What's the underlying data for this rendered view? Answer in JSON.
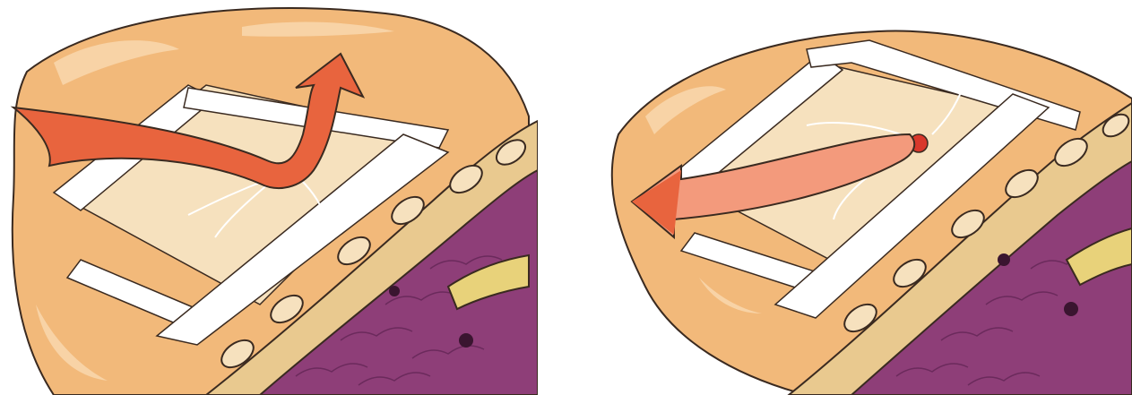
{
  "illustration": {
    "panels": [
      {
        "id": "left",
        "arrow_direction": "up-right"
      },
      {
        "id": "right",
        "arrow_direction": "left"
      }
    ],
    "colors": {
      "skin": "#F2B97A",
      "skin_highlight": "#F8D3A6",
      "dressing": "#F6E1BE",
      "tape": "#FFFFFF",
      "arrow": "#E8643E",
      "arrow_light": "#F39A7C",
      "rib_muscle": "#E9C98F",
      "lung": "#8E3E78",
      "lung_dark": "#6B2A5C",
      "wound": "#D9372B",
      "outline": "#3A2A20",
      "bronchus": "#E8D27A"
    }
  }
}
